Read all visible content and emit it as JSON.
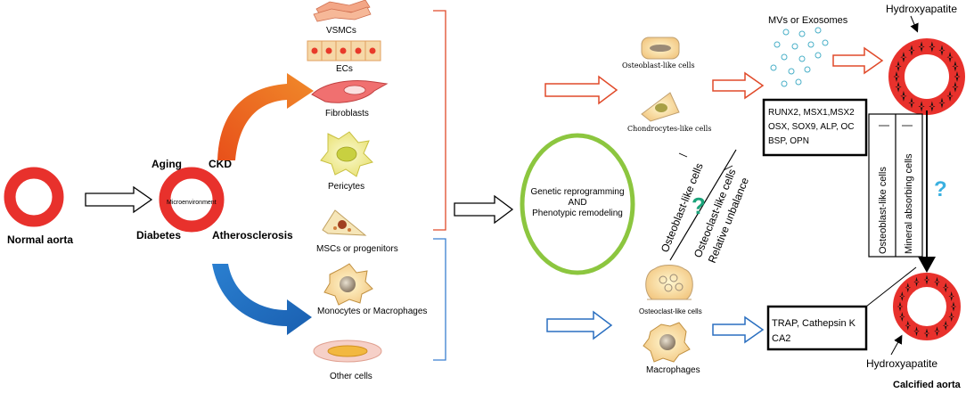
{
  "left": {
    "normal_aorta": "Normal aorta",
    "factors": {
      "aging": "Aging",
      "ckd": "CKD",
      "diabetes": "Diabetes",
      "atherosclerosis": "Atherosclerosis"
    },
    "microenvironment": "Microenvironment"
  },
  "cells": {
    "vsmcs": "VSMCs",
    "ecs": "ECs",
    "fibroblasts": "Fibroblasts",
    "pericytes": "Pericytes",
    "mscs": "MSCs or progenitors",
    "monocytes": "Monocytes or Macrophages",
    "other": "Other cells"
  },
  "center": {
    "line1": "Genetic reprogramming",
    "line2": "AND",
    "line3": "Phenotypic remodeling"
  },
  "right": {
    "osteoblast_like": "Osteoblast-like cells",
    "chondrocytes_like": "Chondrocytes-like cells",
    "osteoclast_like": "Osteoclast-like cells",
    "macrophages": "Macrophages",
    "mvs": "MVs or Exosomes",
    "hydroxyapatite_top": "Hydroxyapatite",
    "hydroxyapatite_bottom": "Hydroxyapatite",
    "calcified": "Calcified aorta",
    "question": "?",
    "question2": "?",
    "balance": {
      "osteoblast": "Osteoblast-like cells",
      "osteoclast": "Osteoclast-like cells",
      "unbalance": "Relative unbalance"
    },
    "vertical": {
      "osteoblast": "Osteoblast-like cells",
      "mineral": "Mineral absorbing cells"
    },
    "markers_osteo": [
      "RUNX2, MSX1,MSX2",
      "OSX, SOX9, ALP, OC",
      "BSP, OPN"
    ],
    "markers_clast": [
      "TRAP, Cathepsin K",
      "CA2"
    ]
  },
  "colors": {
    "aorta_red": "#e8312c",
    "orange_arrow": "#e8641e",
    "blue_arrow": "#2a6fc0",
    "green_circle": "#8cc63f",
    "question_green": "#1aa37a",
    "question_blue": "#3ab0e0",
    "bracket_red": "#e04a2a",
    "bracket_blue": "#3a7fd0",
    "mv_dot": "#4ab0c8"
  }
}
